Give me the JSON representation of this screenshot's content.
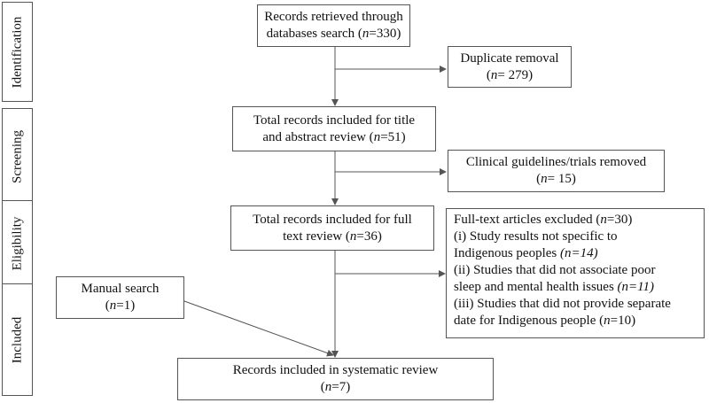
{
  "stages": {
    "identification": "Identification",
    "screening": "Screening",
    "eligibility": "Eligibility",
    "included": "Included"
  },
  "boxes": {
    "records_retrieved": {
      "line1": "Records retrieved through",
      "line2_pre": "databases search (",
      "n_label": "n",
      "line2_post": "=330)"
    },
    "duplicate_removal": {
      "line1": "Duplicate removal",
      "line2_pre": "(",
      "n_label": "n",
      "line2_post": "= 279)"
    },
    "title_abstract": {
      "line1": "Total records included for title",
      "line2_pre": "and abstract review (",
      "n_label": "n",
      "line2_post": "=51)"
    },
    "guidelines_removed": {
      "line1": "Clinical guidelines/trials removed",
      "line2_pre": "(",
      "n_label": "n",
      "line2_post": "= 15)"
    },
    "full_text": {
      "line1": "Total records included for full",
      "line2_pre": "text review (",
      "n_label": "n",
      "line2_post": "=36)"
    },
    "excluded": {
      "line1_pre": "Full-text articles  excluded (",
      "n_label": "n",
      "line1_post": "=30)",
      "line2": "(i) Study results not specific to",
      "line3_pre": "Indigenous peoples ",
      "line3_it": "(n=14)",
      "line4": "(ii) Studies that did not associate poor",
      "line5_pre": "sleep and mental health issues ",
      "line5_it": "(n=11)",
      "line6": "(iii) Studies that did not provide separate",
      "line7_pre": "date for Indigenous people (",
      "line7_n": "n",
      "line7_post": "=10)"
    },
    "manual_search": {
      "line1": "Manual search",
      "line2_pre": "(",
      "n_label": "n",
      "line2_post": "=1)"
    },
    "included_review": {
      "line1": "Records included in systematic review",
      "line2_pre": "(",
      "n_label": "n",
      "line2_post": "=7)"
    }
  },
  "colors": {
    "border": "#555555",
    "arrow": "#555555"
  }
}
